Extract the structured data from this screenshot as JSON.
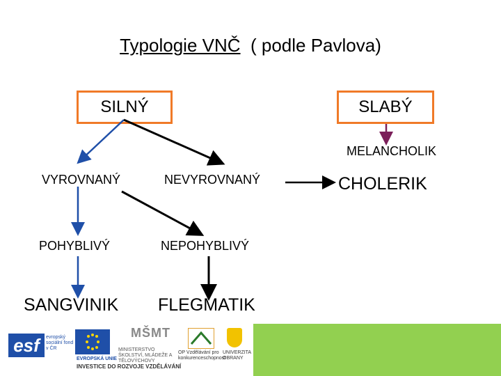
{
  "title": {
    "main": "Typologie VNČ",
    "sub": "( podle Pavlova)"
  },
  "nodes": {
    "silny": "SILNÝ",
    "slaby": "SLABÝ",
    "melancholik": "MELANCHOLIK",
    "vyrovnany": "VYROVNANÝ",
    "nevyrovnany": "NEVYROVNANÝ",
    "cholerik": "CHOLERIK",
    "pohyblivy": "POHYBLIVÝ",
    "nepohyblivy": "NEPOHYBLIVÝ",
    "sangvinik": "SANGVINIK",
    "flegmatik": "FLEGMATIK"
  },
  "footer": {
    "esf_logo": "esf",
    "esf_text": "evropský sociální fond v ČR",
    "eu_text": "EVROPSKÁ UNIE",
    "msmt_logo": "MŠMT",
    "msmt_text": "MINISTERSTVO ŠKOLSTVÍ, MLÁDEŽE A TĚLOVÝCHOVY",
    "op_text": "OP Vzdělávání pro konkurenceschopnost",
    "uni_text": "UNIVERZITA OBRANY",
    "slogan": "INVESTICE DO ROZVOJE VZDĚLÁVÁNÍ"
  },
  "colors": {
    "box_border": "#f07a28",
    "blue_arrow": "#1f4fa8",
    "purple_arrow": "#7b1f5a",
    "black_arrow": "#000000",
    "footer_green": "#92d050"
  }
}
